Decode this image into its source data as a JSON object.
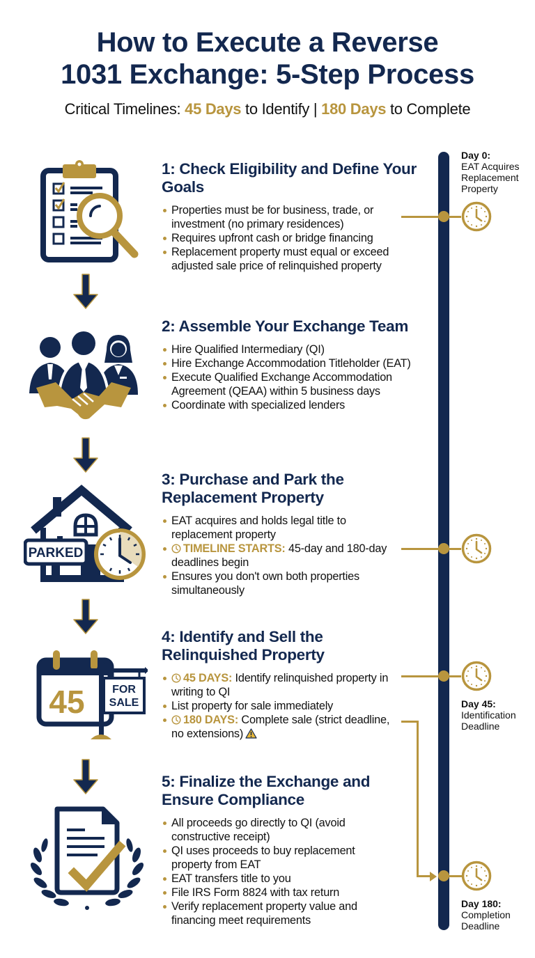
{
  "header": {
    "title_line1": "How to Execute a Reverse",
    "title_line2": "1031 Exchange: 5-Step Process",
    "subtitle": {
      "prefix": "Critical Timelines: ",
      "highlight1": "45 Days",
      "middle": " to Identify | ",
      "highlight2": "180 Days",
      "suffix": " to Complete"
    }
  },
  "colors": {
    "navy": "#13284f",
    "gold": "#b8953e",
    "text": "#111111",
    "background": "#ffffff"
  },
  "steps": [
    {
      "title": "1: Check Eligibility and Define Your Goals",
      "icon": "clipboard-magnifier-icon",
      "bullets": [
        "Properties must be for business, trade, or investment (no primary residences)",
        "Requires upfront cash or bridge financing",
        "Replacement property must equal or exceed adjusted sale price of relinquished property"
      ]
    },
    {
      "title": "2: Assemble Your Exchange Team",
      "icon": "team-handshake-icon",
      "bullets": [
        "Hire Qualified Intermediary (QI)",
        "Hire Exchange Accommodation Titleholder (EAT)",
        "Execute Qualified Exchange Accommodation Agreement (QEAA) within 5 business days",
        "Coordinate with specialized lenders"
      ]
    },
    {
      "title": "3: Purchase and Park the Replacement Property",
      "icon": "parked-house-clock-icon",
      "icon_sign": "PARKED",
      "bullets": [
        "EAT acquires and holds legal title to replacement property",
        {
          "highlight": "TIMELINE STARTS:",
          "text": " 45-day and 180-day deadlines begin"
        },
        "Ensures you don't own both properties simultaneously"
      ]
    },
    {
      "title": "4: Identify and Sell the Relinquished Property",
      "icon": "calendar-for-sale-icon",
      "icon_number": "45",
      "icon_sign_line1": "FOR",
      "icon_sign_line2": "SALE",
      "bullets": [
        {
          "highlight": "45 DAYS:",
          "text": " Identify relinquished property in writing to QI"
        },
        "List property for sale immediately",
        {
          "highlight": "180 DAYS:",
          "text": " Complete sale (strict deadline, no extensions)"
        }
      ]
    },
    {
      "title": "5: Finalize the Exchange and Ensure Compliance",
      "icon": "document-check-laurel-icon",
      "bullets": [
        "All proceeds go directly to QI (avoid constructive receipt)",
        "QI uses proceeds to buy replacement property from EAT",
        "EAT transfers title to you",
        "File IRS Form 8824 with tax return",
        "Verify replacement property value and financing meet requirements"
      ]
    }
  ],
  "timeline": {
    "milestones": [
      {
        "day": "Day 0:",
        "description": "EAT Acquires Replacement Property"
      },
      {
        "day": "",
        "description": ""
      },
      {
        "day": "Day 45:",
        "description": "Identification Deadline"
      },
      {
        "day": "Day 180:",
        "description": "Completion Deadline"
      }
    ]
  }
}
